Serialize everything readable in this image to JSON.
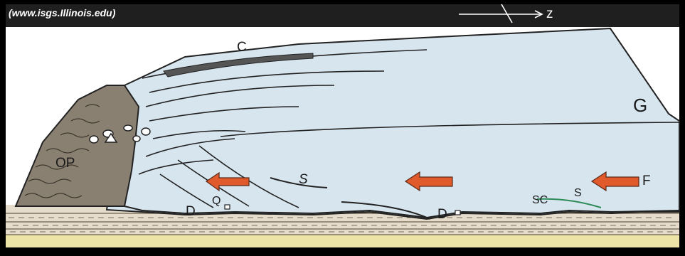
{
  "source_credit": "(www.isgs.Illinois.edu)",
  "north_label": "z",
  "labels": {
    "C": "C",
    "G": "G",
    "OP": "OP",
    "S_left": "S",
    "S_right": "S",
    "Q": "Q",
    "D_left": "D",
    "D_right": "D",
    "SC": "SC",
    "F": "F"
  },
  "colors": {
    "frame": "#000000",
    "header": "#1f1f1f",
    "ice": "#d7e5ef",
    "outcrop": "#8a8072",
    "arrow": "#e05a2b",
    "bedrock": "#e6dccb",
    "sand": "#ece3a6"
  }
}
